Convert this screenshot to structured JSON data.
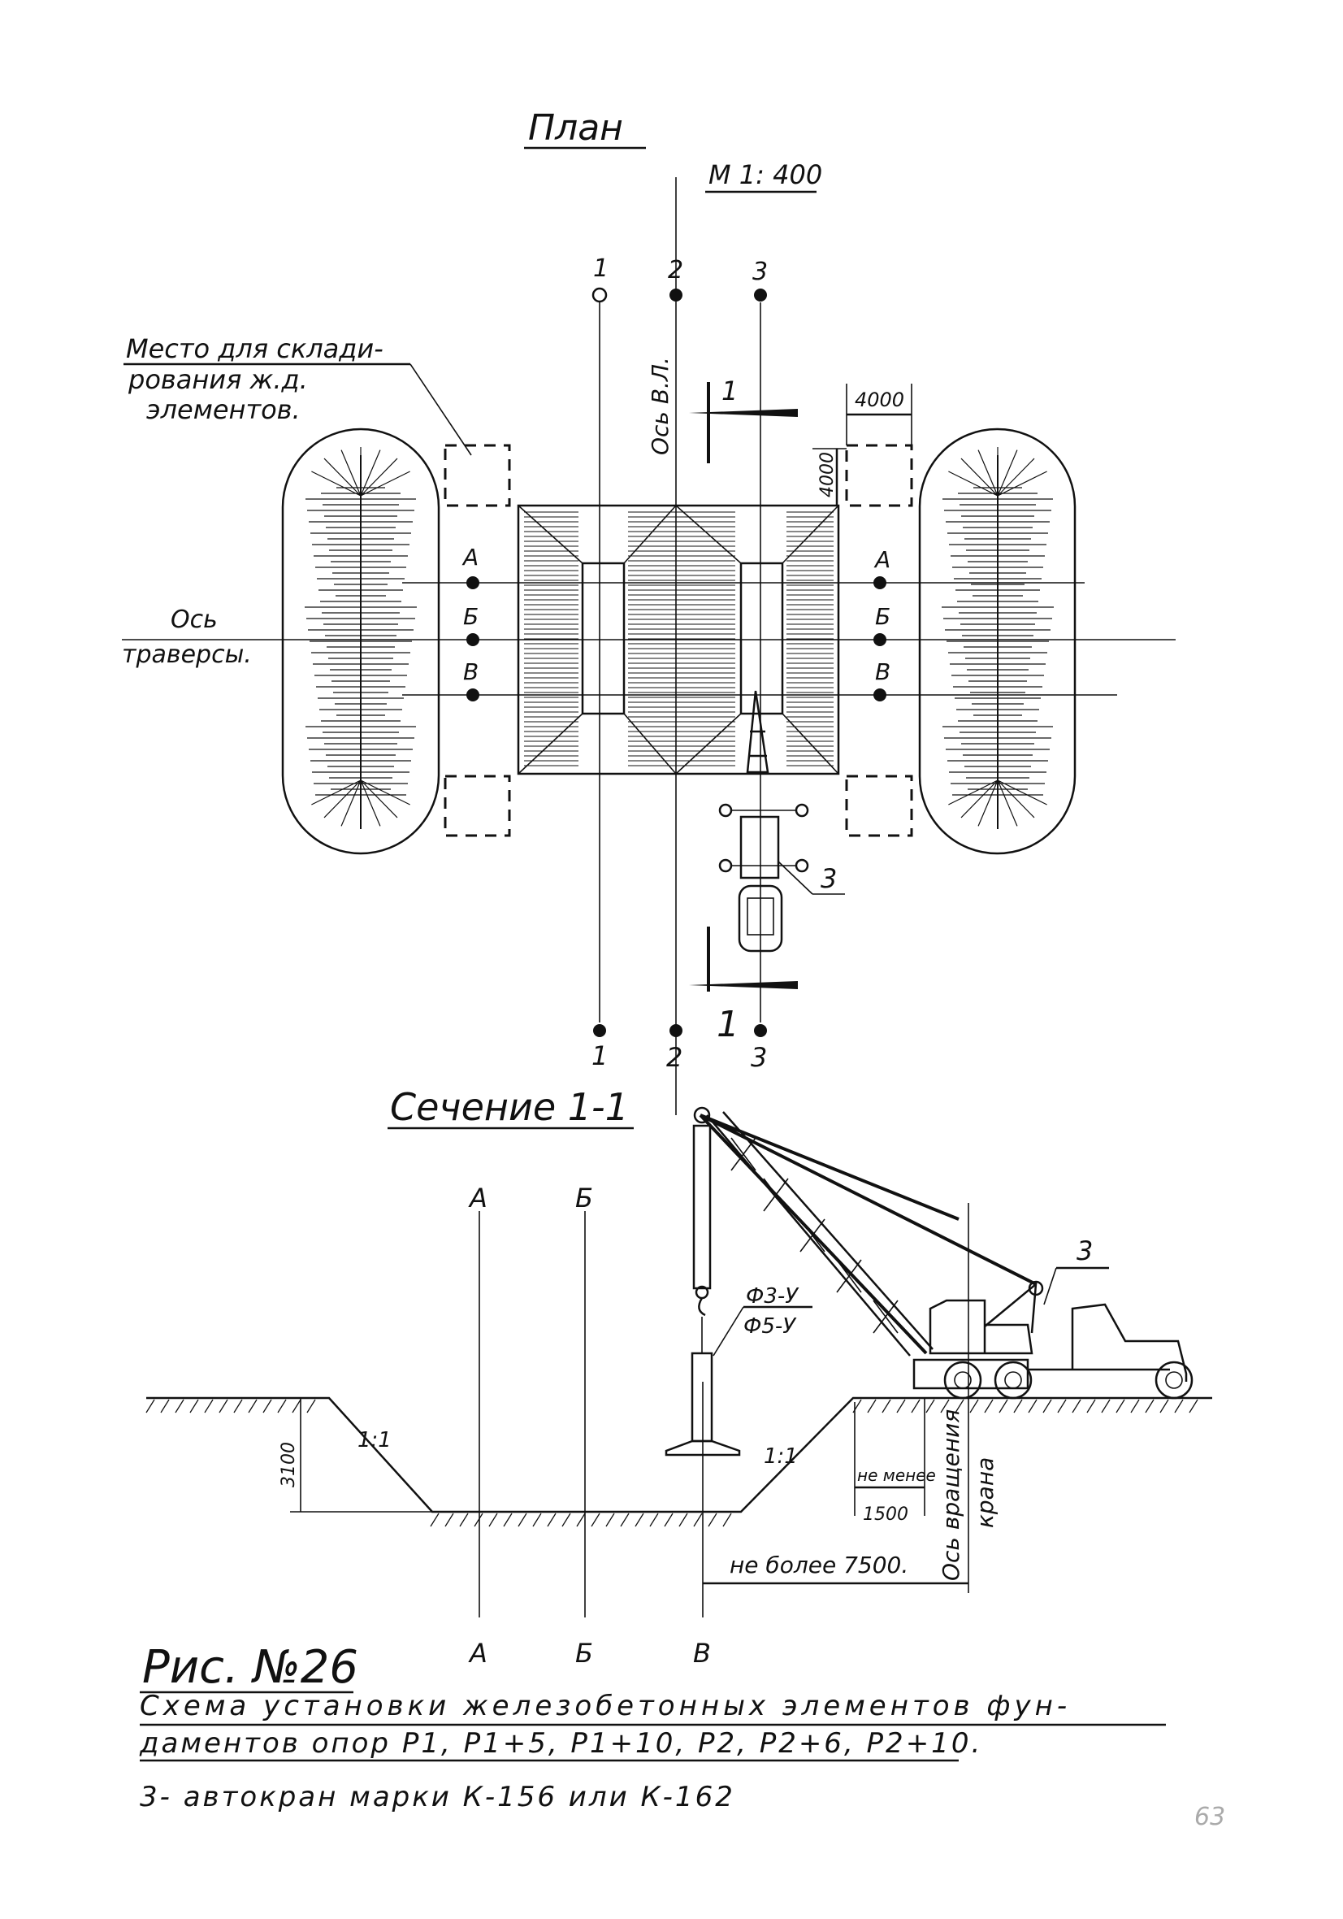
{
  "plan": {
    "title": "План",
    "scale": "М 1: 400",
    "storage_label": [
      "Место для склади-",
      "рования ж.д.",
      "элементов."
    ],
    "axis_vl_label": "Ось В.Л.",
    "traverse_label": [
      "Ось",
      "траверсы."
    ],
    "column_axes": [
      "1",
      "2",
      "3"
    ],
    "row_axes": [
      "А",
      "Б",
      "В"
    ],
    "section_mark": "1",
    "dim_4000_h": "4000",
    "dim_4000_v": "4000",
    "crane_callout": "3"
  },
  "section": {
    "title": "Сечение 1-1",
    "axes": [
      "А",
      "Б",
      "В"
    ],
    "slope_left": "1:1",
    "slope_right": "1:1",
    "depth": "3100",
    "min_dist_label": "не менее",
    "min_dist_value": "1500",
    "max_dist": "не более 7500.",
    "rotation_axis": [
      "Ось вращения",
      "крана"
    ],
    "element_top": "Ф3-У",
    "element_bottom": "Ф5-У",
    "crane_callout": "3"
  },
  "caption": {
    "figure": "Рис. №26",
    "line1": "Схема установки железобетонных элементов фун-",
    "line2": "даментов опор Р1, Р1+5, Р1+10, Р2, Р2+6, Р2+10.",
    "legend": "3- автокран марки К-156 или К-162"
  },
  "page_number": "63"
}
